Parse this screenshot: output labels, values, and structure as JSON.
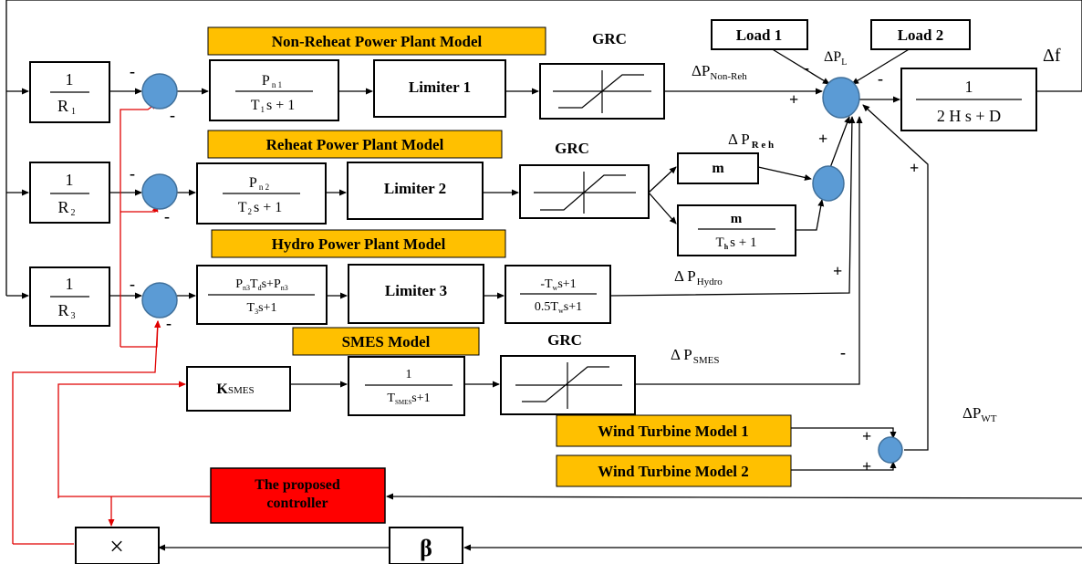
{
  "titles": {
    "non_reheat": "Non-Reheat Power Plant Model",
    "reheat": "Reheat Power Plant Model",
    "hydro": "Hydro Power Plant Model",
    "smes": "SMES Model",
    "wind1": "Wind Turbine Model 1",
    "wind2": "Wind Turbine Model 2",
    "controller_l1": "The proposed",
    "controller_l2": "controller"
  },
  "loads": {
    "load1": "Load 1",
    "load2": "Load 2"
  },
  "grc": {
    "g1": "GRC",
    "g2": "GRC",
    "g3": "GRC"
  },
  "droop": {
    "num": "1",
    "r1": "R",
    "r1_sub": "1",
    "r2": "R",
    "r2_sub": "2",
    "r3": "R",
    "r3_sub": "3"
  },
  "limiters": {
    "l1": "Limiter 1",
    "l2": "Limiter 2",
    "l3": "Limiter 3"
  },
  "tf": {
    "nr_num": "P",
    "nr_num_sub": "n 1",
    "nr_den": "T",
    "nr_den_sub": "1",
    "nr_den_tail": "s + 1",
    "rh_num": "P",
    "rh_num_sub": "n 2",
    "rh_den": "T",
    "rh_den_sub": "2",
    "rh_den_tail": "s + 1",
    "hy_num": "P",
    "hy_num_sub1": "n3",
    "hy_num_mid": "T",
    "hy_num_sub2": "d",
    "hy_num_mid2": "s+P",
    "hy_num_sub3": "n3",
    "hy_den": "T",
    "hy_den_sub": "3",
    "hy_den_tail": "s+1",
    "wt_num": "-T",
    "wt_num_sub": "w",
    "wt_num_tail": "s+1",
    "wt_den": "0.5T",
    "wt_den_sub": "w",
    "wt_den_tail": "s+1",
    "m": "m",
    "m2": "m",
    "th": "T",
    "th_sub": "h",
    "th_tail": "s + 1",
    "ksmes": "K",
    "ksmes_sub": "SMES",
    "smes_num": "1",
    "smes_den": "T",
    "smes_den_sub": "SMES",
    "smes_den_tail": "s+1",
    "plant_num": "1",
    "plant_den": "2 H s + D",
    "mult": "×",
    "beta": "β"
  },
  "signals": {
    "dp_nonreh": "ΔP",
    "dp_nonreh_sub": "Non-Reh",
    "dp_reh": "Δ P",
    "dp_reh_sub": "R e h",
    "dp_hydro": "Δ P",
    "dp_hydro_sub": "Hydro",
    "dp_smes": "Δ P",
    "dp_smes_sub": "SMES",
    "dp_wt": "ΔP",
    "dp_wt_sub": "WT",
    "dp_l": "ΔP",
    "dp_l_sub": "L",
    "df": "Δf"
  },
  "signs": {
    "minus": "-",
    "plus": "+"
  }
}
